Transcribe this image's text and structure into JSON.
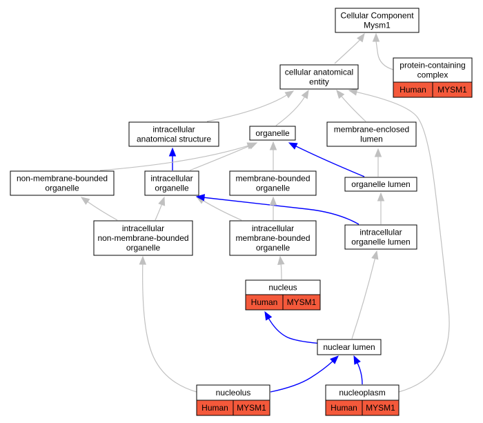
{
  "colors": {
    "gray_edge": "#c0c0c0",
    "blue_edge": "#0000ff",
    "tag_fill": "#f4593b",
    "node_fill": "#ffffff",
    "node_stroke": "#000000"
  },
  "nodes": {
    "root": {
      "lines": [
        "Cellular Component",
        "Mysm1"
      ]
    },
    "pcc": {
      "lines": [
        "protein-containing",
        "complex"
      ],
      "tags": [
        "Human",
        "MYSM1"
      ]
    },
    "cae": {
      "lines": [
        "cellular anatomical",
        "entity"
      ]
    },
    "ias": {
      "lines": [
        "intracellular",
        "anatomical structure"
      ]
    },
    "org": {
      "lines": [
        "organelle"
      ]
    },
    "mel": {
      "lines": [
        "membrane-enclosed",
        "lumen"
      ]
    },
    "nmbo": {
      "lines": [
        "non-membrane-bounded",
        "organelle"
      ]
    },
    "io": {
      "lines": [
        "intracellular",
        "organelle"
      ]
    },
    "mbo": {
      "lines": [
        "membrane-bounded",
        "organelle"
      ]
    },
    "ol": {
      "lines": [
        "organelle lumen"
      ]
    },
    "inmbo": {
      "lines": [
        "intracellular",
        "non-membrane-bounded",
        "organelle"
      ]
    },
    "imbo": {
      "lines": [
        "intracellular",
        "membrane-bounded",
        "organelle"
      ]
    },
    "iol": {
      "lines": [
        "intracellular",
        "organelle lumen"
      ]
    },
    "nuc": {
      "lines": [
        "nucleus"
      ],
      "tags": [
        "Human",
        "MYSM1"
      ]
    },
    "nl": {
      "lines": [
        "nuclear lumen"
      ]
    },
    "nucleolus": {
      "lines": [
        "nucleolus"
      ],
      "tags": [
        "Human",
        "MYSM1"
      ]
    },
    "np": {
      "lines": [
        "nucleoplasm"
      ],
      "tags": [
        "Human",
        "MYSM1"
      ]
    }
  },
  "edges": [
    {
      "from": "cae",
      "to": "root",
      "type": "gray"
    },
    {
      "from": "pcc",
      "to": "root",
      "type": "gray"
    },
    {
      "from": "ias",
      "to": "cae",
      "type": "gray"
    },
    {
      "from": "org",
      "to": "cae",
      "type": "gray"
    },
    {
      "from": "mel",
      "to": "cae",
      "type": "gray"
    },
    {
      "from": "np",
      "to": "cae",
      "type": "gray"
    },
    {
      "from": "io",
      "to": "ias",
      "type": "blue"
    },
    {
      "from": "nmbo",
      "to": "org",
      "type": "gray"
    },
    {
      "from": "io",
      "to": "org",
      "type": "gray"
    },
    {
      "from": "mbo",
      "to": "org",
      "type": "gray"
    },
    {
      "from": "ol",
      "to": "org",
      "type": "blue"
    },
    {
      "from": "ol",
      "to": "mel",
      "type": "gray"
    },
    {
      "from": "inmbo",
      "to": "nmbo",
      "type": "gray"
    },
    {
      "from": "inmbo",
      "to": "io",
      "type": "gray"
    },
    {
      "from": "imbo",
      "to": "io",
      "type": "gray"
    },
    {
      "from": "iol",
      "to": "io",
      "type": "blue"
    },
    {
      "from": "imbo",
      "to": "mbo",
      "type": "gray"
    },
    {
      "from": "iol",
      "to": "ol",
      "type": "gray"
    },
    {
      "from": "nuc",
      "to": "imbo",
      "type": "gray"
    },
    {
      "from": "nucleolus",
      "to": "inmbo",
      "type": "gray"
    },
    {
      "from": "nl",
      "to": "iol",
      "type": "gray"
    },
    {
      "from": "nl",
      "to": "nuc",
      "type": "blue"
    },
    {
      "from": "nucleolus",
      "to": "nl",
      "type": "blue"
    },
    {
      "from": "np",
      "to": "nl",
      "type": "blue"
    }
  ]
}
